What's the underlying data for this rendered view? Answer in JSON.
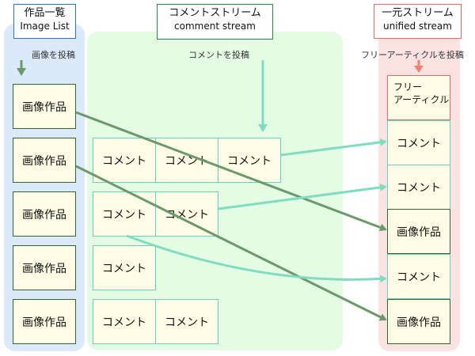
{
  "titles": {
    "image_list": {
      "ja": "作品一覧",
      "en": "Image List"
    },
    "comment_stream": {
      "ja": "コメントストリーム",
      "en": "comment stream"
    },
    "unified_stream": {
      "ja": "一元ストリーム",
      "en": "unified stream"
    }
  },
  "notes": {
    "post_image": "画像を投稿",
    "post_comment": "コメントを投稿",
    "post_free_article": "フリーアーティクルを投稿"
  },
  "left_items": [
    "画像作品",
    "画像作品",
    "画像作品",
    "画像作品",
    "画像作品"
  ],
  "comment_rows": [
    [
      "コメント",
      "コメント",
      "コメント"
    ],
    [
      "コメント",
      "コメント"
    ],
    [
      "コメント"
    ],
    [
      "コメント",
      "コメント"
    ]
  ],
  "unified_items": [
    "フリー\nアーティクル",
    "コメント",
    "コメント",
    "画像作品",
    "コメント",
    "画像作品"
  ],
  "colors": {
    "image_list": "#dbe9fb",
    "comment_stream": "#e4fbe4",
    "unified_stream": "#fde2e2",
    "arrow_image": "#6a9a6a",
    "arrow_comment": "#7fdcc0",
    "arrow_free": "#f08070"
  }
}
